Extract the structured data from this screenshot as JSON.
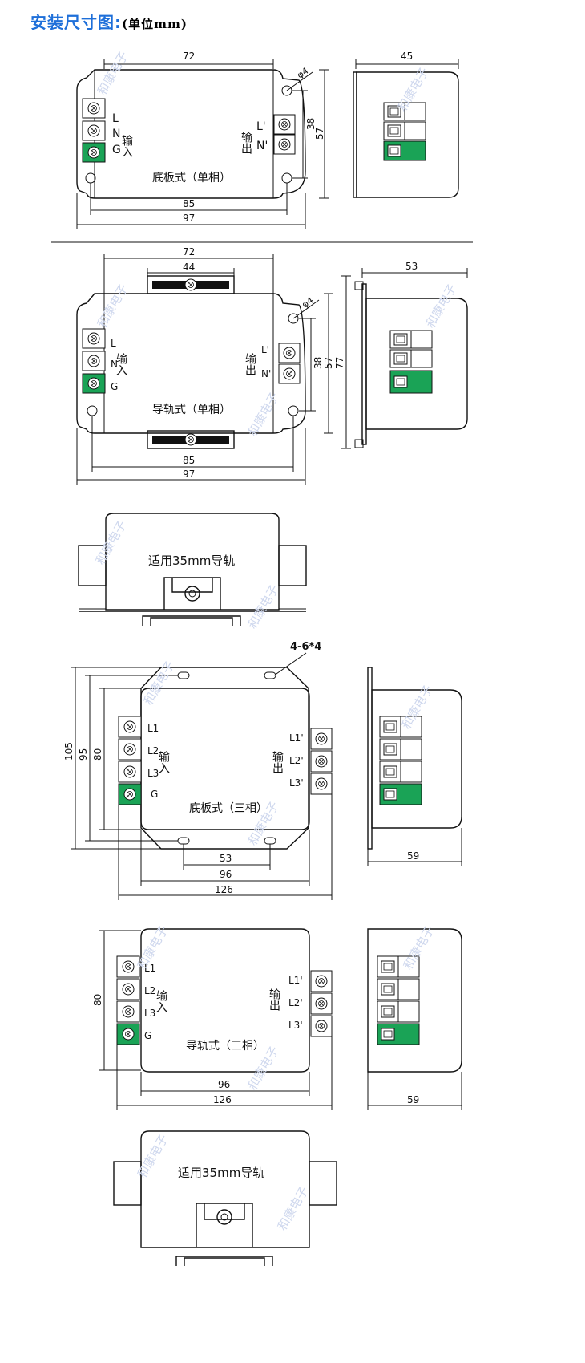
{
  "header": {
    "title": "安装尺寸图:",
    "unit": "(单位mm)"
  },
  "watermark": "和康电子",
  "colors": {
    "title": "#1e6fd9",
    "ground_terminal": "#1aa356"
  },
  "d1": {
    "caption": "底板式（单相）",
    "w72": "72",
    "w85": "85",
    "w97": "97",
    "h38": "38",
    "h57": "57",
    "hole": "φ4",
    "side45": "45",
    "L": "L",
    "N": "N",
    "G": "G",
    "in": "输入",
    "out": "输出",
    "Lp": "L'",
    "Np": "N'"
  },
  "d2": {
    "caption": "导轨式（单相）",
    "w72": "72",
    "w44": "44",
    "w85": "85",
    "w97": "97",
    "h38": "38",
    "h57": "57",
    "h77": "77",
    "hole": "φ4",
    "side53": "53",
    "L": "L",
    "N": "N",
    "G": "G",
    "in": "输入",
    "out": "输出",
    "Lp": "L'",
    "Np": "N'"
  },
  "d3": {
    "caption": "适用35mm导轨"
  },
  "d4": {
    "caption": "底板式（三相）",
    "holes": "4-6*4",
    "h105": "105",
    "h95": "95",
    "h80": "80",
    "w53": "53",
    "w96": "96",
    "w126": "126",
    "side59": "59",
    "L1": "L1",
    "L2": "L2",
    "L3": "L3",
    "G": "G",
    "in": "输入",
    "out": "输出",
    "L1p": "L1'",
    "L2p": "L2'",
    "L3p": "L3'"
  },
  "d5": {
    "caption": "导轨式（三相）",
    "h80": "80",
    "w96": "96",
    "w126": "126",
    "side59": "59",
    "L1": "L1",
    "L2": "L2",
    "L3": "L3",
    "G": "G",
    "in": "输入",
    "out": "输出",
    "L1p": "L1'",
    "L2p": "L2'",
    "L3p": "L3'"
  },
  "d6": {
    "caption": "适用35mm导轨"
  }
}
